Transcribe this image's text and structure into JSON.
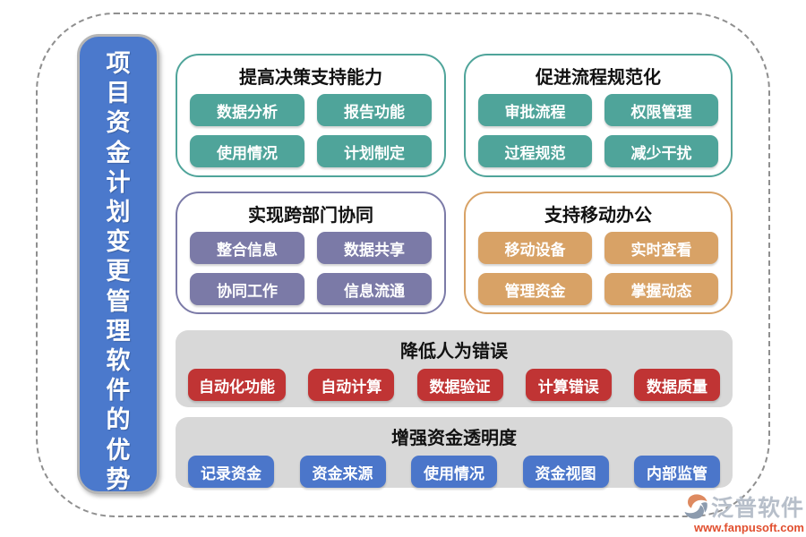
{
  "page": {
    "title": "项目资金计划变更管理软件的优势"
  },
  "groups": [
    {
      "title": "提高决策支持能力",
      "accent_color": "#4fa49a",
      "items": [
        "数据分析",
        "报告功能",
        "使用情况",
        "计划制定"
      ]
    },
    {
      "title": "促进流程规范化",
      "accent_color": "#4fa49a",
      "items": [
        "审批流程",
        "权限管理",
        "过程规范",
        "减少干扰"
      ]
    },
    {
      "title": "实现跨部门协同",
      "accent_color": "#7b7aa7",
      "items": [
        "整合信息",
        "数据共享",
        "协同工作",
        "信息流通"
      ]
    },
    {
      "title": "支持移动办公",
      "accent_color": "#d8a266",
      "items": [
        "移动设备",
        "实时查看",
        "管理资金",
        "掌握动态"
      ]
    }
  ],
  "bands": [
    {
      "title": "降低人为错误",
      "accent_color": "#c03434",
      "background_color": "#d8d8d8",
      "items": [
        "自动化功能",
        "自动计算",
        "数据验证",
        "计算错误",
        "数据质量"
      ]
    },
    {
      "title": "增强资金透明度",
      "accent_color": "#4b76ca",
      "background_color": "#d8d8d8",
      "items": [
        "记录资金",
        "资金来源",
        "使用情况",
        "资金视图",
        "内部监管"
      ]
    }
  ],
  "sidebar_color": "#4b79cc",
  "logo": {
    "icon": "fanpu-swirl-icon",
    "icon_colors": {
      "orange": "#de8a60",
      "gray": "#8c9bae"
    },
    "name": "泛普软件",
    "url": "www.fanpusoft.com"
  }
}
